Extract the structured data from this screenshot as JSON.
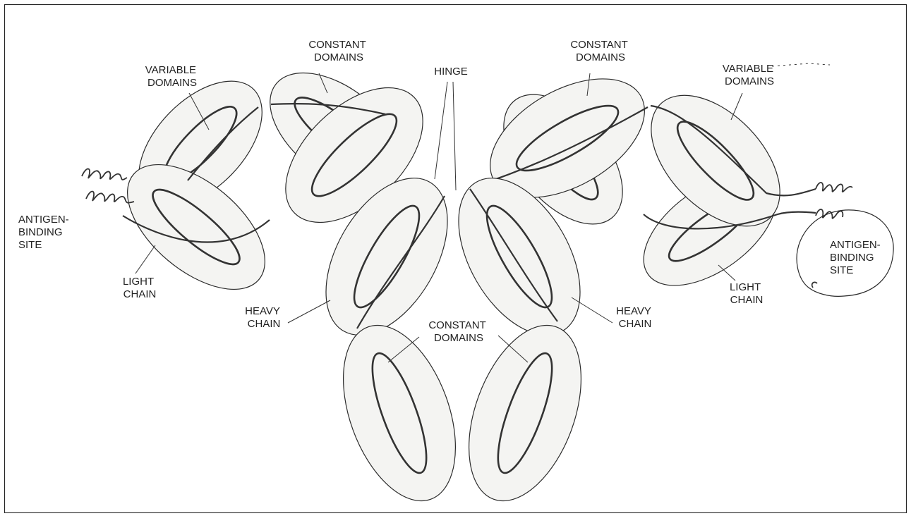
{
  "figure": {
    "labels": {
      "variable_domains_left": [
        "VARIABLE",
        "DOMAINS"
      ],
      "constant_domains_top_left": [
        "CONSTANT",
        "DOMAINS"
      ],
      "hinge": "HINGE",
      "constant_domains_top_right": [
        "CONSTANT",
        "DOMAINS"
      ],
      "variable_domains_right": [
        "VARIABLE",
        "DOMAINS"
      ],
      "antigen_binding_site_left": [
        "ANTIGEN-",
        "BINDING",
        "SITE"
      ],
      "antigen_binding_site_right": [
        "ANTIGEN-",
        "BINDING",
        "SITE"
      ],
      "light_chain_left": [
        "LIGHT",
        "CHAIN"
      ],
      "light_chain_right": [
        "LIGHT",
        "CHAIN"
      ],
      "heavy_chain_left": [
        "HEAVY",
        "CHAIN"
      ],
      "heavy_chain_right": [
        "HEAVY",
        "CHAIN"
      ],
      "constant_domains_bottom": [
        "CONSTANT",
        "DOMAINS"
      ]
    },
    "colors": {
      "line": "#2b2b2b",
      "domain_fill": "#f4f4f2",
      "background": "#ffffff"
    }
  }
}
